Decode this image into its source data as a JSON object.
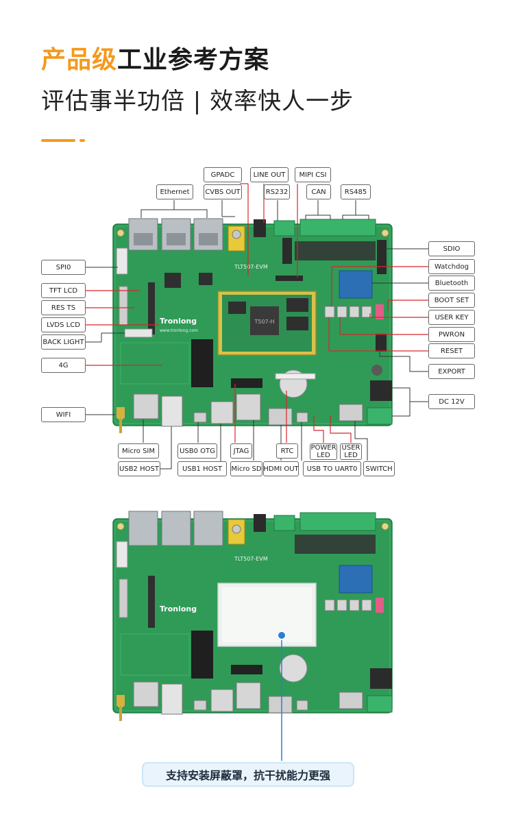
{
  "header": {
    "title_highlight": "产品级",
    "title_rest": "工业参考方案",
    "subtitle": "评估事半功倍 | 效率快人一步"
  },
  "colors": {
    "accent": "#f39a1e",
    "pcb_green": "#2f9b57",
    "callout_red": "#d8262b",
    "caption_blue": "#2a7fd3"
  },
  "board": {
    "model": "TLT507-EVM",
    "brand": "Tronlong",
    "brand_url": "www.tronlong.com",
    "som_label": "T507-H"
  },
  "labels": {
    "gpadc": "GPADC",
    "line_out": "LINE OUT",
    "mipi_csi": "MIPI CSI",
    "ethernet": "Ethernet",
    "cvbs_out": "CVBS OUT",
    "rs232": "RS232",
    "can": "CAN",
    "rs485": "RS485",
    "spi0": "SPI0",
    "tft_lcd": "TFT LCD",
    "res_ts": "RES TS",
    "lvds_lcd": "LVDS LCD",
    "back_light": "BACK LIGHT",
    "g4": "4G",
    "wifi": "WIFI",
    "sdio": "SDIO",
    "watchdog": "Watchdog",
    "bluetooth": "Bluetooth",
    "boot_set": "BOOT SET",
    "user_key": "USER KEY",
    "pwron": "PWRON",
    "reset": "RESET",
    "export": "EXPORT",
    "dc12v": "DC 12V",
    "micro_sim": "Micro SIM",
    "usb2_host": "USB2 HOST",
    "usb0_otg": "USB0 OTG",
    "usb1_host": "USB1 HOST",
    "jtag": "JTAG",
    "micro_sd": "Micro SD",
    "rtc": "RTC",
    "hdmi_out": "HDMI OUT",
    "power_led_1": "POWER",
    "power_led_2": "LED",
    "user_led_1": "USER",
    "user_led_2": "LED",
    "usb_to_uart0": "USB TO UART0",
    "switch": "SWITCH"
  },
  "caption": "支持安装屏蔽罩，抗干扰能力更强"
}
